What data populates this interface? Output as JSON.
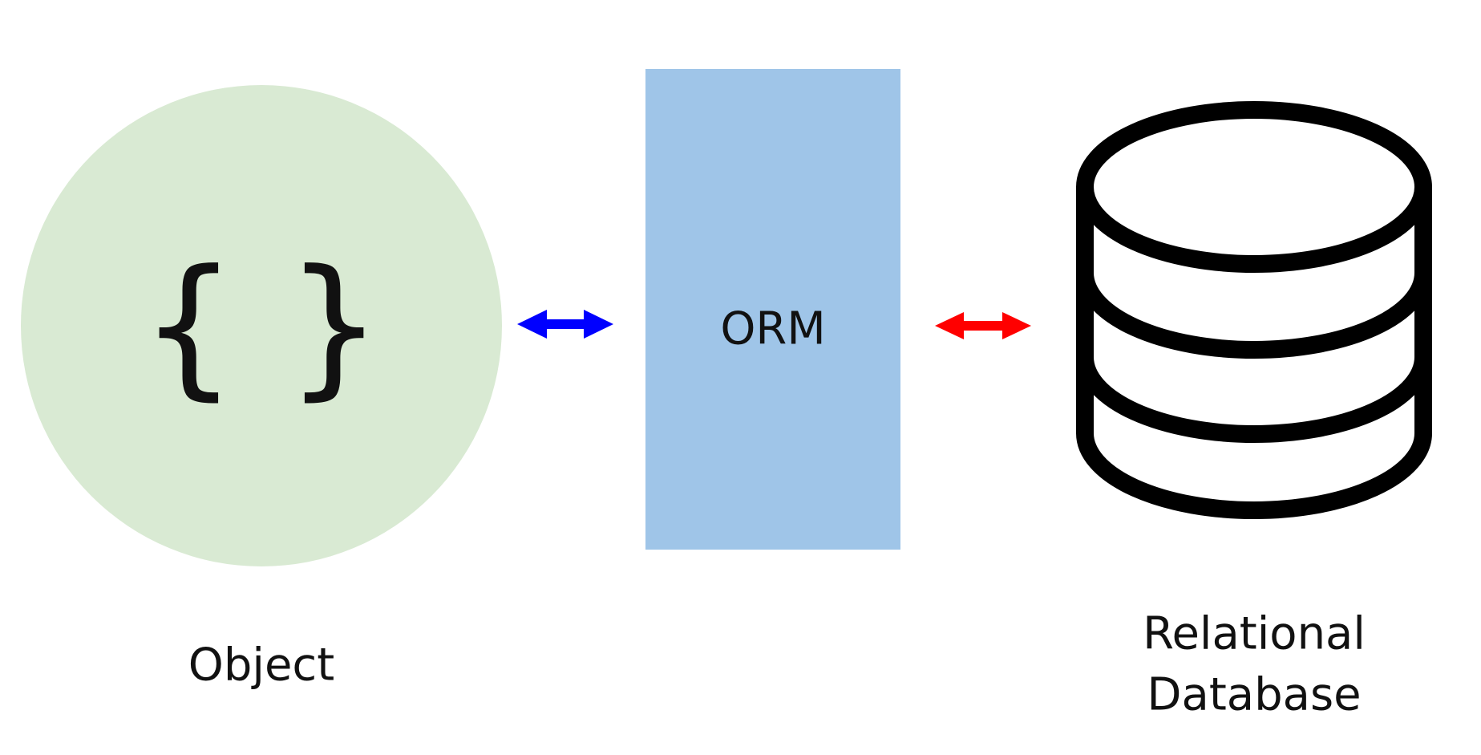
{
  "object": {
    "label": "Object",
    "symbol": "{ }",
    "color": "#d9ead3"
  },
  "orm": {
    "label": "ORM",
    "color": "#9fc5e8"
  },
  "database": {
    "label_line1": "Relational",
    "label_line2": "Database",
    "color": "#000000"
  },
  "arrows": {
    "object_orm_color": "#0000ff",
    "orm_database_color": "#ff0000"
  }
}
